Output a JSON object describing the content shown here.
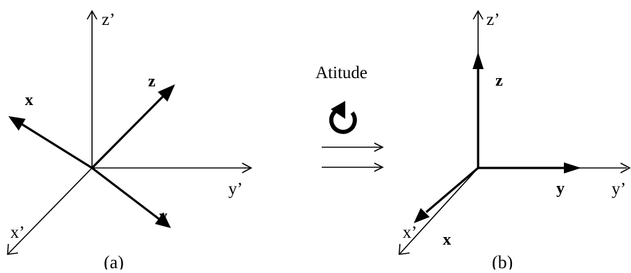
{
  "panel_a": {
    "caption": "(a)",
    "reference_axes": {
      "x": "x’",
      "y": "y’",
      "z": "z’"
    },
    "body_axes": {
      "x": "x",
      "y": "y",
      "z": "z"
    }
  },
  "panel_b": {
    "caption": "(b)",
    "reference_axes": {
      "x": "x’",
      "y": "y’",
      "z": "z’"
    },
    "body_axes": {
      "x": "x",
      "y": "y",
      "z": "z"
    }
  },
  "transition": {
    "label": "Atitude",
    "icon": "rotation-icon"
  }
}
